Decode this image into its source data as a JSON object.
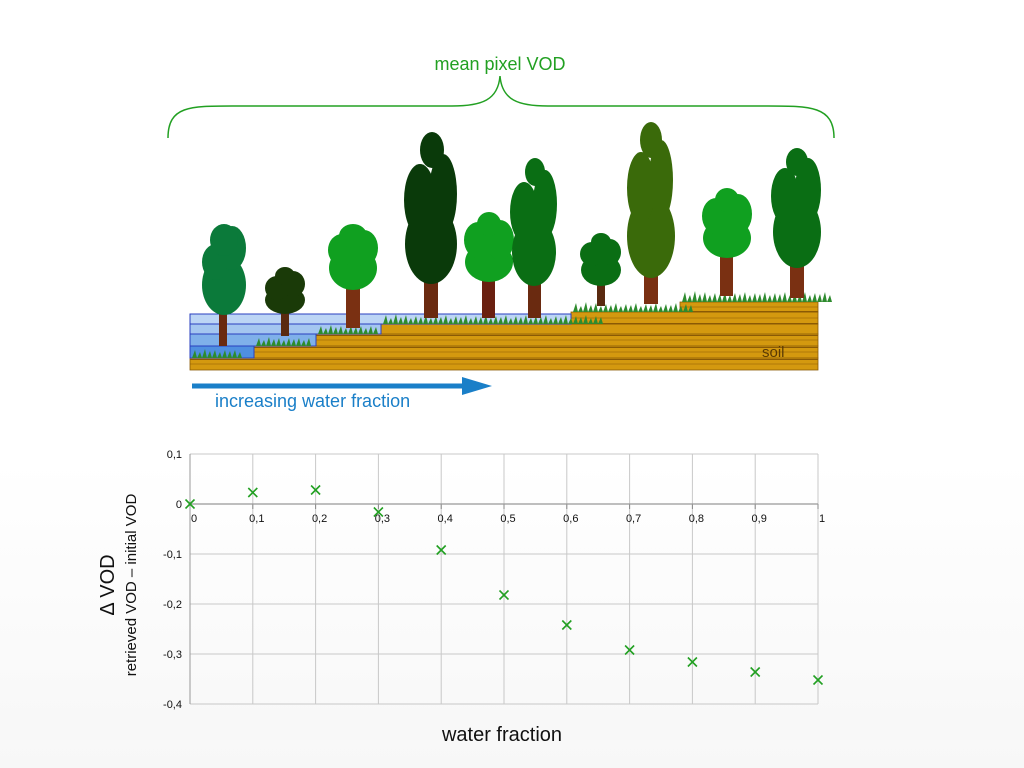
{
  "illustration": {
    "brace_label": "mean pixel VOD",
    "soil_label": "soil",
    "arrow_label": "increasing water fraction",
    "colors": {
      "brace": "#22a022",
      "arrow": "#1a7fc8",
      "soil": "#d4990f",
      "water": "#bcd5f5",
      "water_edge": "#2a3fbf"
    }
  },
  "chart_data": {
    "type": "scatter",
    "title": "",
    "xlabel": "water fraction",
    "ylabel": "Δ VOD",
    "ylabel_sub": "retrieved VOD – initial VOD",
    "xlim": [
      0,
      1
    ],
    "ylim": [
      -0.4,
      0.1
    ],
    "xticks": [
      0,
      0.1,
      0.2,
      0.3,
      0.4,
      0.5,
      0.6,
      0.7,
      0.8,
      0.9,
      1
    ],
    "xtick_labels": [
      "0",
      "0,1",
      "0,2",
      "0,3",
      "0,4",
      "0,5",
      "0,6",
      "0,7",
      "0,8",
      "0,9",
      "1"
    ],
    "yticks": [
      0.1,
      0,
      -0.1,
      -0.2,
      -0.3,
      -0.4
    ],
    "ytick_labels": [
      "0,1",
      "0",
      "-0,1",
      "-0,2",
      "-0,3",
      "-0,4"
    ],
    "grid": true,
    "marker": "x",
    "marker_color": "#22a022",
    "x": [
      0,
      0.1,
      0.2,
      0.3,
      0.4,
      0.5,
      0.6,
      0.7,
      0.8,
      0.9,
      1
    ],
    "y": [
      0,
      0.023,
      0.028,
      -0.016,
      -0.092,
      -0.182,
      -0.242,
      -0.292,
      -0.316,
      -0.336,
      -0.352
    ]
  }
}
